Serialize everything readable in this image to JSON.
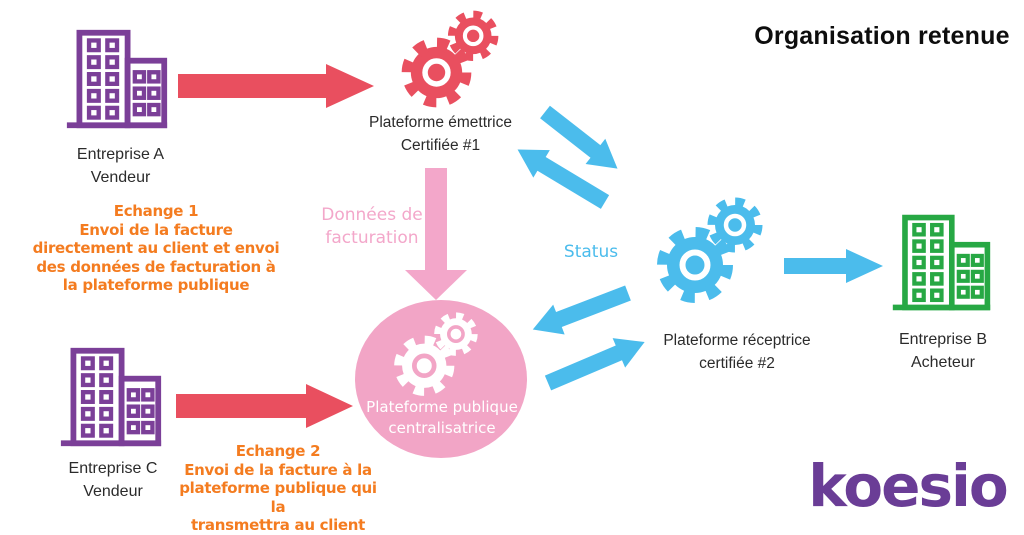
{
  "title": "Organisation retenue",
  "logo_text": "koesio",
  "colors": {
    "red": "#E94F5F",
    "orange": "#F47C20",
    "pinkArrow": "#F3A7CA",
    "pinkCircle": "#F2A5C6",
    "pinkText": "#F3A7CA",
    "blue": "#4BBCEC",
    "purple": "#7B3F98",
    "green": "#27A844",
    "logoPurple": "#6A3D96"
  },
  "nodes": {
    "company_a": {
      "line1": "Entreprise A",
      "line2": "Vendeur"
    },
    "company_c": {
      "line1": "Entreprise C",
      "line2": "Vendeur"
    },
    "company_b": {
      "line1": "Entreprise B",
      "line2": "Acheteur"
    },
    "emitting_platform": {
      "line1": "Plateforme émettrice",
      "line2": "Certifiée #1"
    },
    "receiving_platform": {
      "line1": "Plateforme réceptrice",
      "line2": "certifiée #2"
    },
    "public_platform": {
      "line1": "Plateforme publique",
      "line2": "centralisatrice"
    }
  },
  "annotations": {
    "exchange1": {
      "lines": [
        "Echange 1",
        "Envoi de la facture",
        "directement au client et envoi",
        "des données de facturation à",
        "la plateforme publique"
      ]
    },
    "exchange2": {
      "lines": [
        "Echange 2",
        "Envoi de la facture à la",
        "plateforme publique qui la",
        "transmettra au client"
      ]
    },
    "billing_data": {
      "line1": "Données de",
      "line2": "facturation"
    },
    "status": "Status"
  }
}
